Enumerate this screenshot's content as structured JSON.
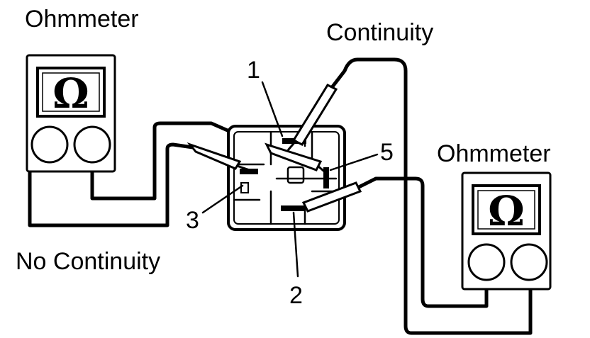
{
  "labels": {
    "ohmmeter_left": "Ohmmeter",
    "ohmmeter_right": "Ohmmeter",
    "continuity": "Continuity",
    "no_continuity": "No Continuity"
  },
  "terminals": {
    "t1": "1",
    "t2": "2",
    "t3": "3",
    "t5": "5"
  },
  "meter_symbol": "Ω",
  "icons": {
    "meter": "ohmmeter-icon",
    "relay": "relay-icon",
    "probe": "test-probe-icon"
  }
}
